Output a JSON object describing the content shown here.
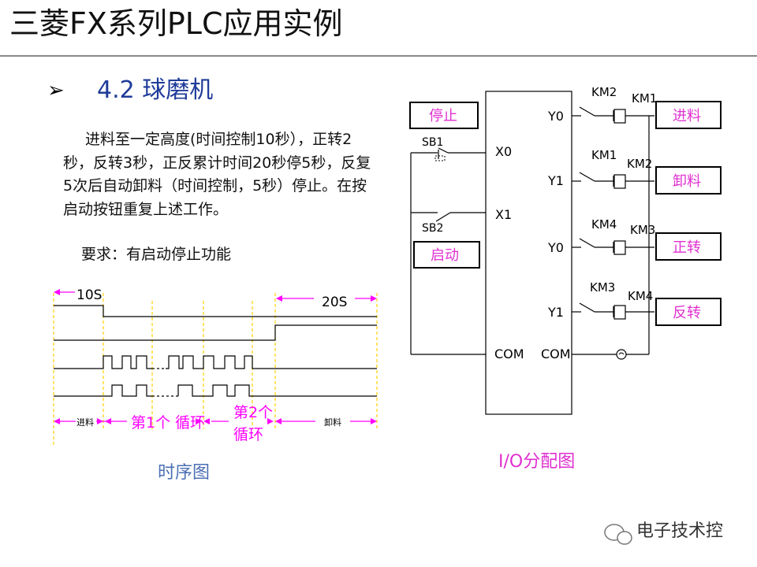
{
  "slide": {
    "title": "三菱FX系列PLC应用实例",
    "bullet": "➢",
    "heading": "4.2  球磨机"
  },
  "description": {
    "line1": "进料至一定高度(时间控制10秒），正转2秒，反转3秒，正反累计时间20秒停5秒，反复5次后自动卸料（时间控制，5秒）停止。在按启动按钮重复上述工作。",
    "line2": "要求：有启动停止功能"
  },
  "timing": {
    "caption": "时序图",
    "label_10s": "10S",
    "label_20s": "20S",
    "phase_feed": "进料",
    "phase_cycle1": "第1个 循环",
    "phase_cycle2": "第2个",
    "phase_cycle2b": "循环",
    "phase_discharge": "卸料"
  },
  "io": {
    "caption": "I/O分配图",
    "inputs": [
      "X0",
      "X1"
    ],
    "input_com": "COM",
    "outputs": [
      "Y0",
      "Y1",
      "Y0",
      "Y1"
    ],
    "output_com": "COM",
    "switches": [
      "SB1",
      "SB2"
    ],
    "input_buttons": [
      "停止",
      "启动"
    ],
    "contacts": [
      "KM2",
      "KM1",
      "KM4",
      "KM3"
    ],
    "coils": [
      "KM1",
      "KM2",
      "KM3",
      "KM4"
    ],
    "output_loads": [
      "进料",
      "卸料",
      "正转",
      "反转"
    ]
  },
  "watermark": "电子技术控",
  "colors": {
    "heading": "#1f3c9a",
    "magenta": "#ff00ff",
    "box_text": "#e02fd0",
    "caption_blue": "#4b6fb4",
    "dash_yellow": "#ffd000"
  }
}
